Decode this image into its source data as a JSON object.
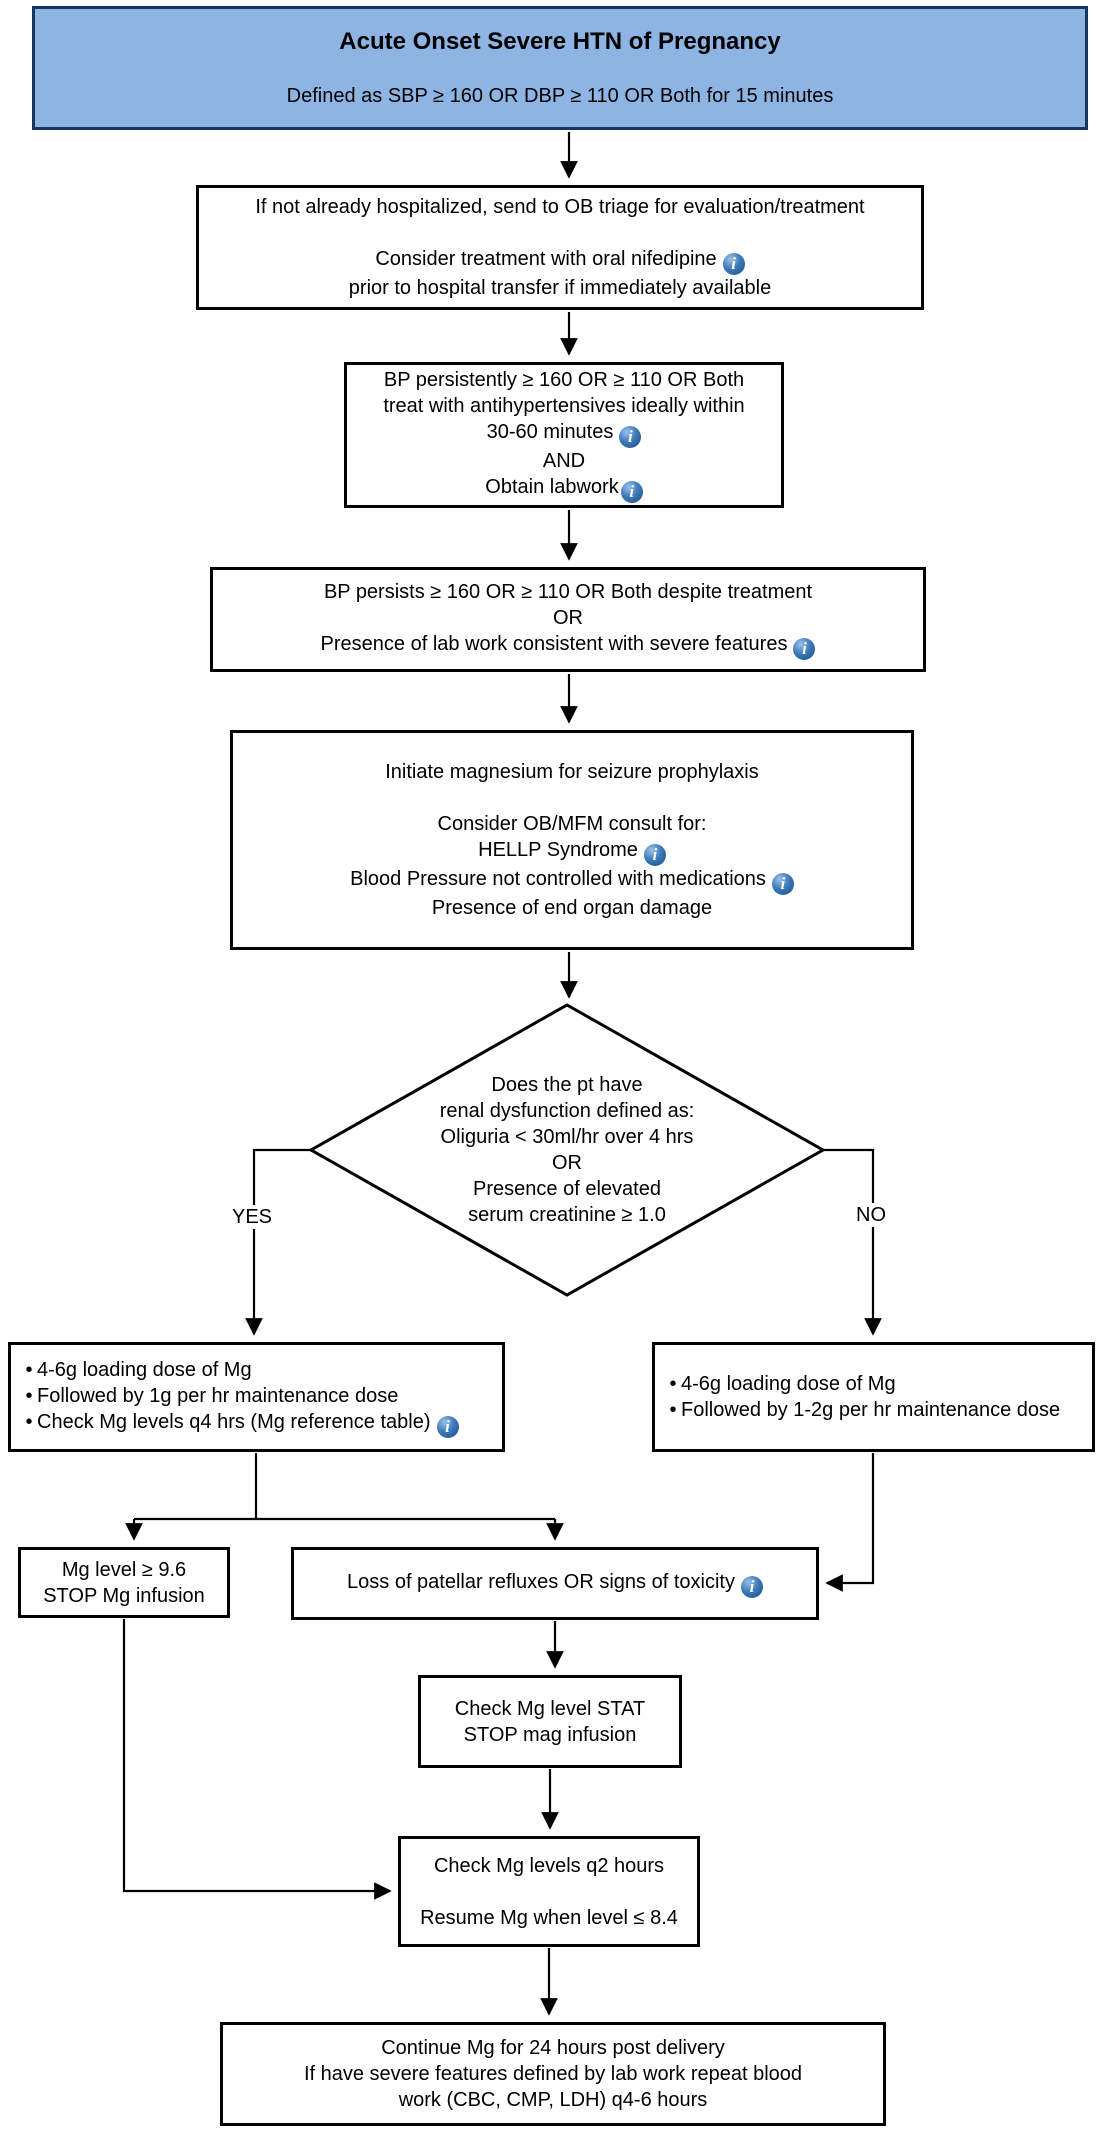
{
  "title": {
    "heading": "Acute Onset Severe HTN of Pregnancy",
    "subtitle": "Defined as SBP ≥ 160 OR DBP ≥ 110 OR Both for 15 minutes"
  },
  "branch_labels": {
    "yes": "YES",
    "no": "NO"
  },
  "icons": {
    "info_glyph": "i",
    "bullet": "•"
  },
  "colors": {
    "title_fill": "#8DB4E2",
    "title_border": "#17365D",
    "box_border": "#000000",
    "info_icon_blue": "#3D7AB8",
    "text": "#000000",
    "background": "#FFFFFF"
  },
  "nodes": {
    "triage": {
      "lines": [
        "If not already hospitalized, send to OB triage for evaluation/treatment",
        "Consider treatment with oral nifedipine",
        "prior to hospital transfer if immediately available"
      ]
    },
    "bp_persistent": {
      "lines": [
        "BP persistently ≥ 160 OR ≥ 110 OR Both",
        "treat with antihypertensives ideally within",
        "30-60 minutes",
        "AND",
        "Obtain labwork"
      ]
    },
    "bp_persists": {
      "lines": [
        "BP persists ≥ 160 OR ≥ 110 OR Both despite treatment",
        "OR",
        "Presence of lab work consistent with severe features"
      ]
    },
    "magnesium": {
      "lines": [
        "Initiate magnesium for seizure prophylaxis",
        "Consider OB/MFM consult for:",
        "HELLP Syndrome",
        "Blood Pressure not controlled with medications",
        "Presence of end organ damage"
      ]
    },
    "renal_decision": {
      "lines": [
        "Does the pt have",
        "renal dysfunction defined as:",
        "Oliguria < 30ml/hr over 4 hrs",
        "OR",
        "Presence of elevated",
        "serum creatinine ≥ 1.0"
      ]
    },
    "mg_yes": {
      "lines": [
        "4-6g loading dose of Mg",
        "Followed by 1g per hr maintenance dose",
        "Check Mg levels q4 hrs (Mg reference table)"
      ]
    },
    "mg_no": {
      "lines": [
        "4-6g loading dose of Mg",
        "Followed by 1-2g per hr maintenance dose"
      ]
    },
    "mg_high": {
      "lines": [
        "Mg level ≥ 9.6",
        "STOP Mg infusion"
      ]
    },
    "toxicity": {
      "lines": [
        "Loss of patellar refluxes OR signs of toxicity"
      ]
    },
    "check_stat": {
      "lines": [
        "Check Mg level STAT",
        "STOP mag infusion"
      ]
    },
    "check_q2": {
      "lines": [
        "Check Mg levels q2 hours",
        "Resume Mg when level ≤ 8.4"
      ]
    },
    "continue_mg": {
      "lines": [
        "Continue Mg for 24 hours post delivery",
        "If have severe features defined by lab work repeat blood",
        "work (CBC, CMP, LDH) q4-6 hours"
      ]
    }
  }
}
